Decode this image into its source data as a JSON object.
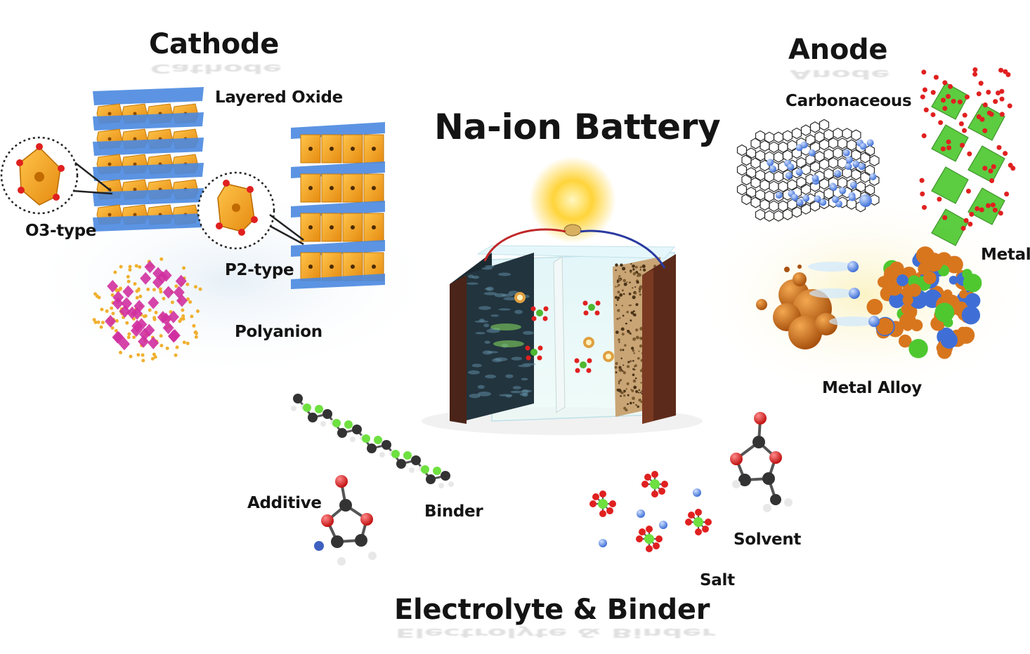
{
  "title": "Na-ion Battery",
  "sections": {
    "cathode": "Cathode",
    "anode": "Anode",
    "electrolyte": "Electrolyte & Binder"
  },
  "labels": {
    "layered_oxide": "Layered Oxide",
    "o3_type": "O3-type",
    "p2_type": "P2-type",
    "polyanion": "Polyanion",
    "carbonaceous": "Carbonaceous",
    "metal": "Metal",
    "metal_alloy": "Metal Alloy",
    "additive": "Additive",
    "binder": "Binder",
    "solvent": "Solvent",
    "salt": "Salt"
  },
  "colors": {
    "octahedron_orange": "#f5a623",
    "octahedron_blue": "#4a88e0",
    "oxygen_red": "#e02020",
    "polyanion_magenta": "#d030a0",
    "graphene_black": "#2a2a2a",
    "sodium_blue": "#6ea2f0",
    "metal_green": "#4fc830",
    "alloy_orange": "#d8761e",
    "fluorine_green": "#6ee040",
    "wire_red": "#c0282a",
    "wire_blue": "#2a3aa0",
    "sun_yellow": "#ffd43a"
  }
}
